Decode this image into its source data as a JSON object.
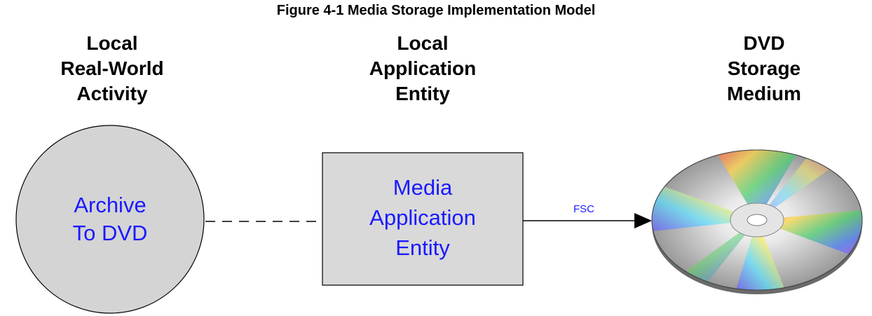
{
  "title": "Figure 4-1 Media Storage Implementation Model",
  "columns": {
    "left": {
      "lines": [
        "Local",
        "Real-World",
        "Activity"
      ]
    },
    "middle": {
      "lines": [
        "Local",
        "Application",
        "Entity"
      ]
    },
    "right": {
      "lines": [
        "DVD",
        "Storage",
        "Medium"
      ]
    }
  },
  "activity": {
    "lines": [
      "Archive",
      "To DVD"
    ]
  },
  "entity": {
    "lines": [
      "Media",
      "Application",
      "Entity"
    ]
  },
  "connector_label": "FSC",
  "colors": {
    "accent_text": "#1a1aff",
    "circle_fill": "#d4d4d4",
    "box_fill": "#d9d9d9"
  }
}
